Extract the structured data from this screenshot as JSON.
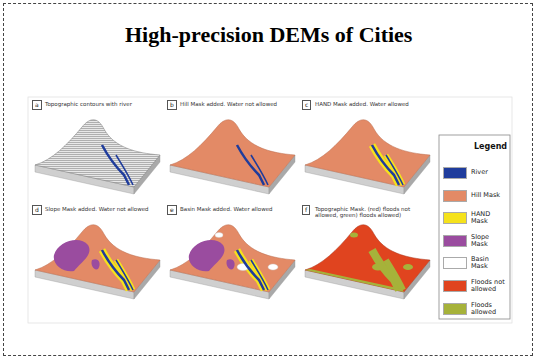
{
  "diagram": {
    "title": "High-precision DEMs of Cities",
    "nodes": [
      {
        "text": [
          "a"
        ]
      },
      {
        "text": [
          "b"
        ]
      },
      {
        "text": [
          "c"
        ]
      },
      {
        "text": [
          "d"
        ]
      },
      {
        "text": [
          "e"
        ]
      },
      {
        "text": [
          "f"
        ]
      }
    ],
    "labels": [
      "Topographic contours with river",
      "Hill Mask added. Water not allowed",
      "HAND Mask added. Water allowed",
      "Slope Mask added. Water not allowed",
      "Basin Mask added. Water allowed",
      "Topographic Mask. (red) floods not allowed, green) floods allowed)",
      "Legend"
    ],
    "legend": [
      {
        "text": "River",
        "color": "#1f3c9c"
      },
      {
        "text": "Hill Mask",
        "color": "#e38a66"
      },
      {
        "text": "HAND Mask",
        "color": "#f5e21c"
      },
      {
        "text": "Slope Mask",
        "color": "#9a4c9f"
      },
      {
        "text": "Basin Mask",
        "color": "#ffffff"
      },
      {
        "text": "Floods not allowed",
        "color": "#e0441f"
      },
      {
        "text": "Floods allowed",
        "color": "#a6b23a"
      }
    ]
  }
}
